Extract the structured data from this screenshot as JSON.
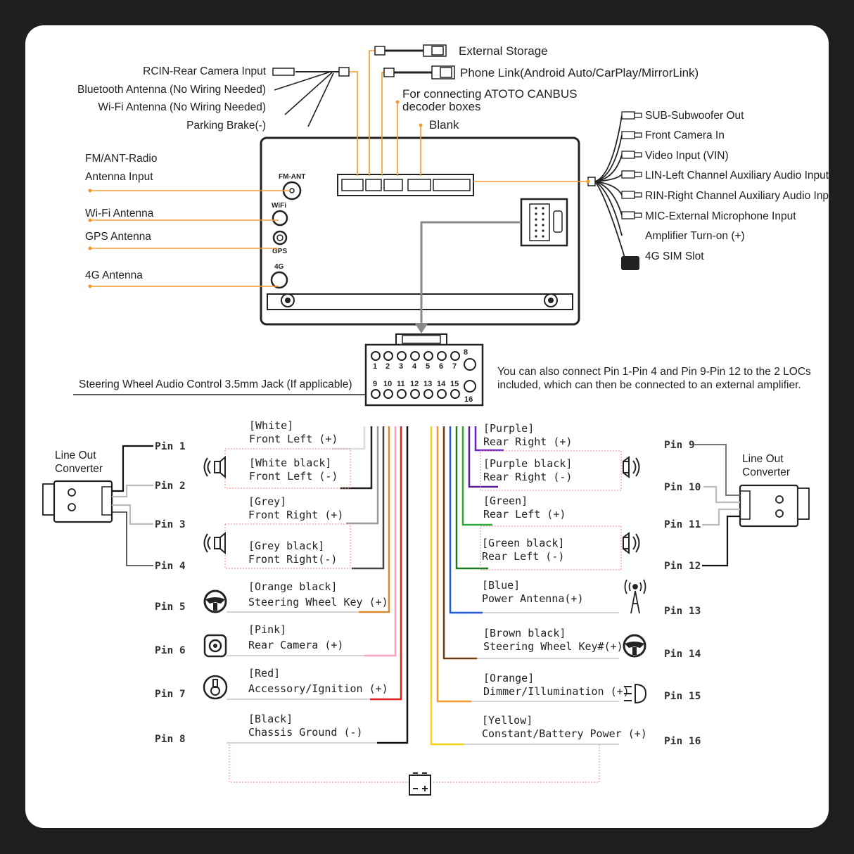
{
  "colors": {
    "orange_wire": "#f39a2f",
    "background": "#1e1e1e",
    "panel": "#ffffff",
    "dashed_box": "#f08a8a"
  },
  "top_labels": {
    "external_storage": "External Storage",
    "phone_link": "Phone Link(Android Auto/CarPlay/MirrorLink)",
    "canbus_line1": "For connecting ATOTO CANBUS",
    "canbus_line2": "decoder boxes",
    "blank": "Blank"
  },
  "left_top_labels": [
    "RCIN-Rear Camera Input",
    "Bluetooth Antenna (No Wiring Needed)",
    "Wi-Fi Antenna (No Wiring Needed)",
    "Parking Brake(-)"
  ],
  "antenna_labels": {
    "fm_line1": "FM/ANT-Radio",
    "fm_line2": "Antenna Input",
    "wifi": "Wi-Fi Antenna",
    "gps": "GPS Antenna",
    "g4": "4G Antenna"
  },
  "unit_labels": {
    "fm_ant": "FM-ANT",
    "wifi": "WiFi",
    "gps": "GPS",
    "g4": "4G"
  },
  "right_labels": [
    "SUB-Subwoofer Out",
    "Front Camera In",
    "Video Input (VIN)",
    "LIN-Left Channel Auxiliary Audio Input",
    "RIN-Right Channel Auxiliary Audio Input",
    "MIC-External Microphone Input",
    "Amplifier Turn-on (+)",
    "4G SIM Slot"
  ],
  "connector": {
    "top_numbers": [
      "1",
      "2",
      "3",
      "4",
      "5",
      "6",
      "7",
      "8"
    ],
    "bottom_numbers": [
      "9",
      "10",
      "11",
      "12",
      "13",
      "14",
      "15",
      "16"
    ]
  },
  "steering_jack_label": "Steering Wheel Audio Control 3.5mm Jack (If applicable)",
  "note_line1": "You can also connect Pin 1-Pin 4 and Pin 9-Pin 12 to the 2 LOCs",
  "note_line2": "included, which can then be connected to an external amplifier.",
  "line_out_left": {
    "line1": "Line Out",
    "line2": "Converter"
  },
  "line_out_right": {
    "line1": "Line Out",
    "line2": "Converter"
  },
  "left_pins": [
    {
      "pin": "Pin 1",
      "color_label": "[White]",
      "function": "Front Left (+)",
      "wire": "#dddddd"
    },
    {
      "pin": "Pin 2",
      "color_label": "[White black]",
      "function": "Front Left (-)",
      "wire": "#222222"
    },
    {
      "pin": "Pin 3",
      "color_label": "[Grey]",
      "function": "Front Right (+)",
      "wire": "#999999"
    },
    {
      "pin": "Pin 4",
      "color_label": "[Grey black]",
      "function": "Front Right(-)",
      "wire": "#444444"
    },
    {
      "pin": "Pin 5",
      "color_label": "[Orange black]",
      "function": "Steering Wheel Key (+)",
      "wire": "#d9892a"
    },
    {
      "pin": "Pin 6",
      "color_label": "[Pink]",
      "function": "Rear Camera (+)",
      "wire": "#f4a6b8"
    },
    {
      "pin": "Pin 7",
      "color_label": "[Red]",
      "function": "Accessory/Ignition (+)",
      "wire": "#e02020"
    },
    {
      "pin": "Pin 8",
      "color_label": "[Black]",
      "function": "Chassis Ground (-)",
      "wire": "#111111"
    }
  ],
  "right_pins": [
    {
      "pin": "Pin 9",
      "color_label": "[Purple]",
      "function": "Rear Right (+)",
      "wire": "#6a1fc9"
    },
    {
      "pin": "Pin 10",
      "color_label": "[Purple black]",
      "function": "Rear Right (-)",
      "wire": "#5a1a9a"
    },
    {
      "pin": "Pin 11",
      "color_label": "[Green]",
      "function": "Rear Left (+)",
      "wire": "#2faa3a"
    },
    {
      "pin": "Pin 12",
      "color_label": "[Green black]",
      "function": "Rear Left (-)",
      "wire": "#1f7a28"
    },
    {
      "pin": "Pin 13",
      "color_label": "[Blue]",
      "function": "Power Antenna(+)",
      "wire": "#1f5ad6"
    },
    {
      "pin": "Pin 14",
      "color_label": "[Brown black]",
      "function": "Steering Wheel Key#(+)",
      "wire": "#6b3a12"
    },
    {
      "pin": "Pin 15",
      "color_label": "[Orange]",
      "function": "Dimmer/Illumination (+)",
      "wire": "#f39a2f"
    },
    {
      "pin": "Pin 16",
      "color_label": "[Yellow]",
      "function": "Constant/Battery Power (+)",
      "wire": "#f2d21b"
    }
  ]
}
